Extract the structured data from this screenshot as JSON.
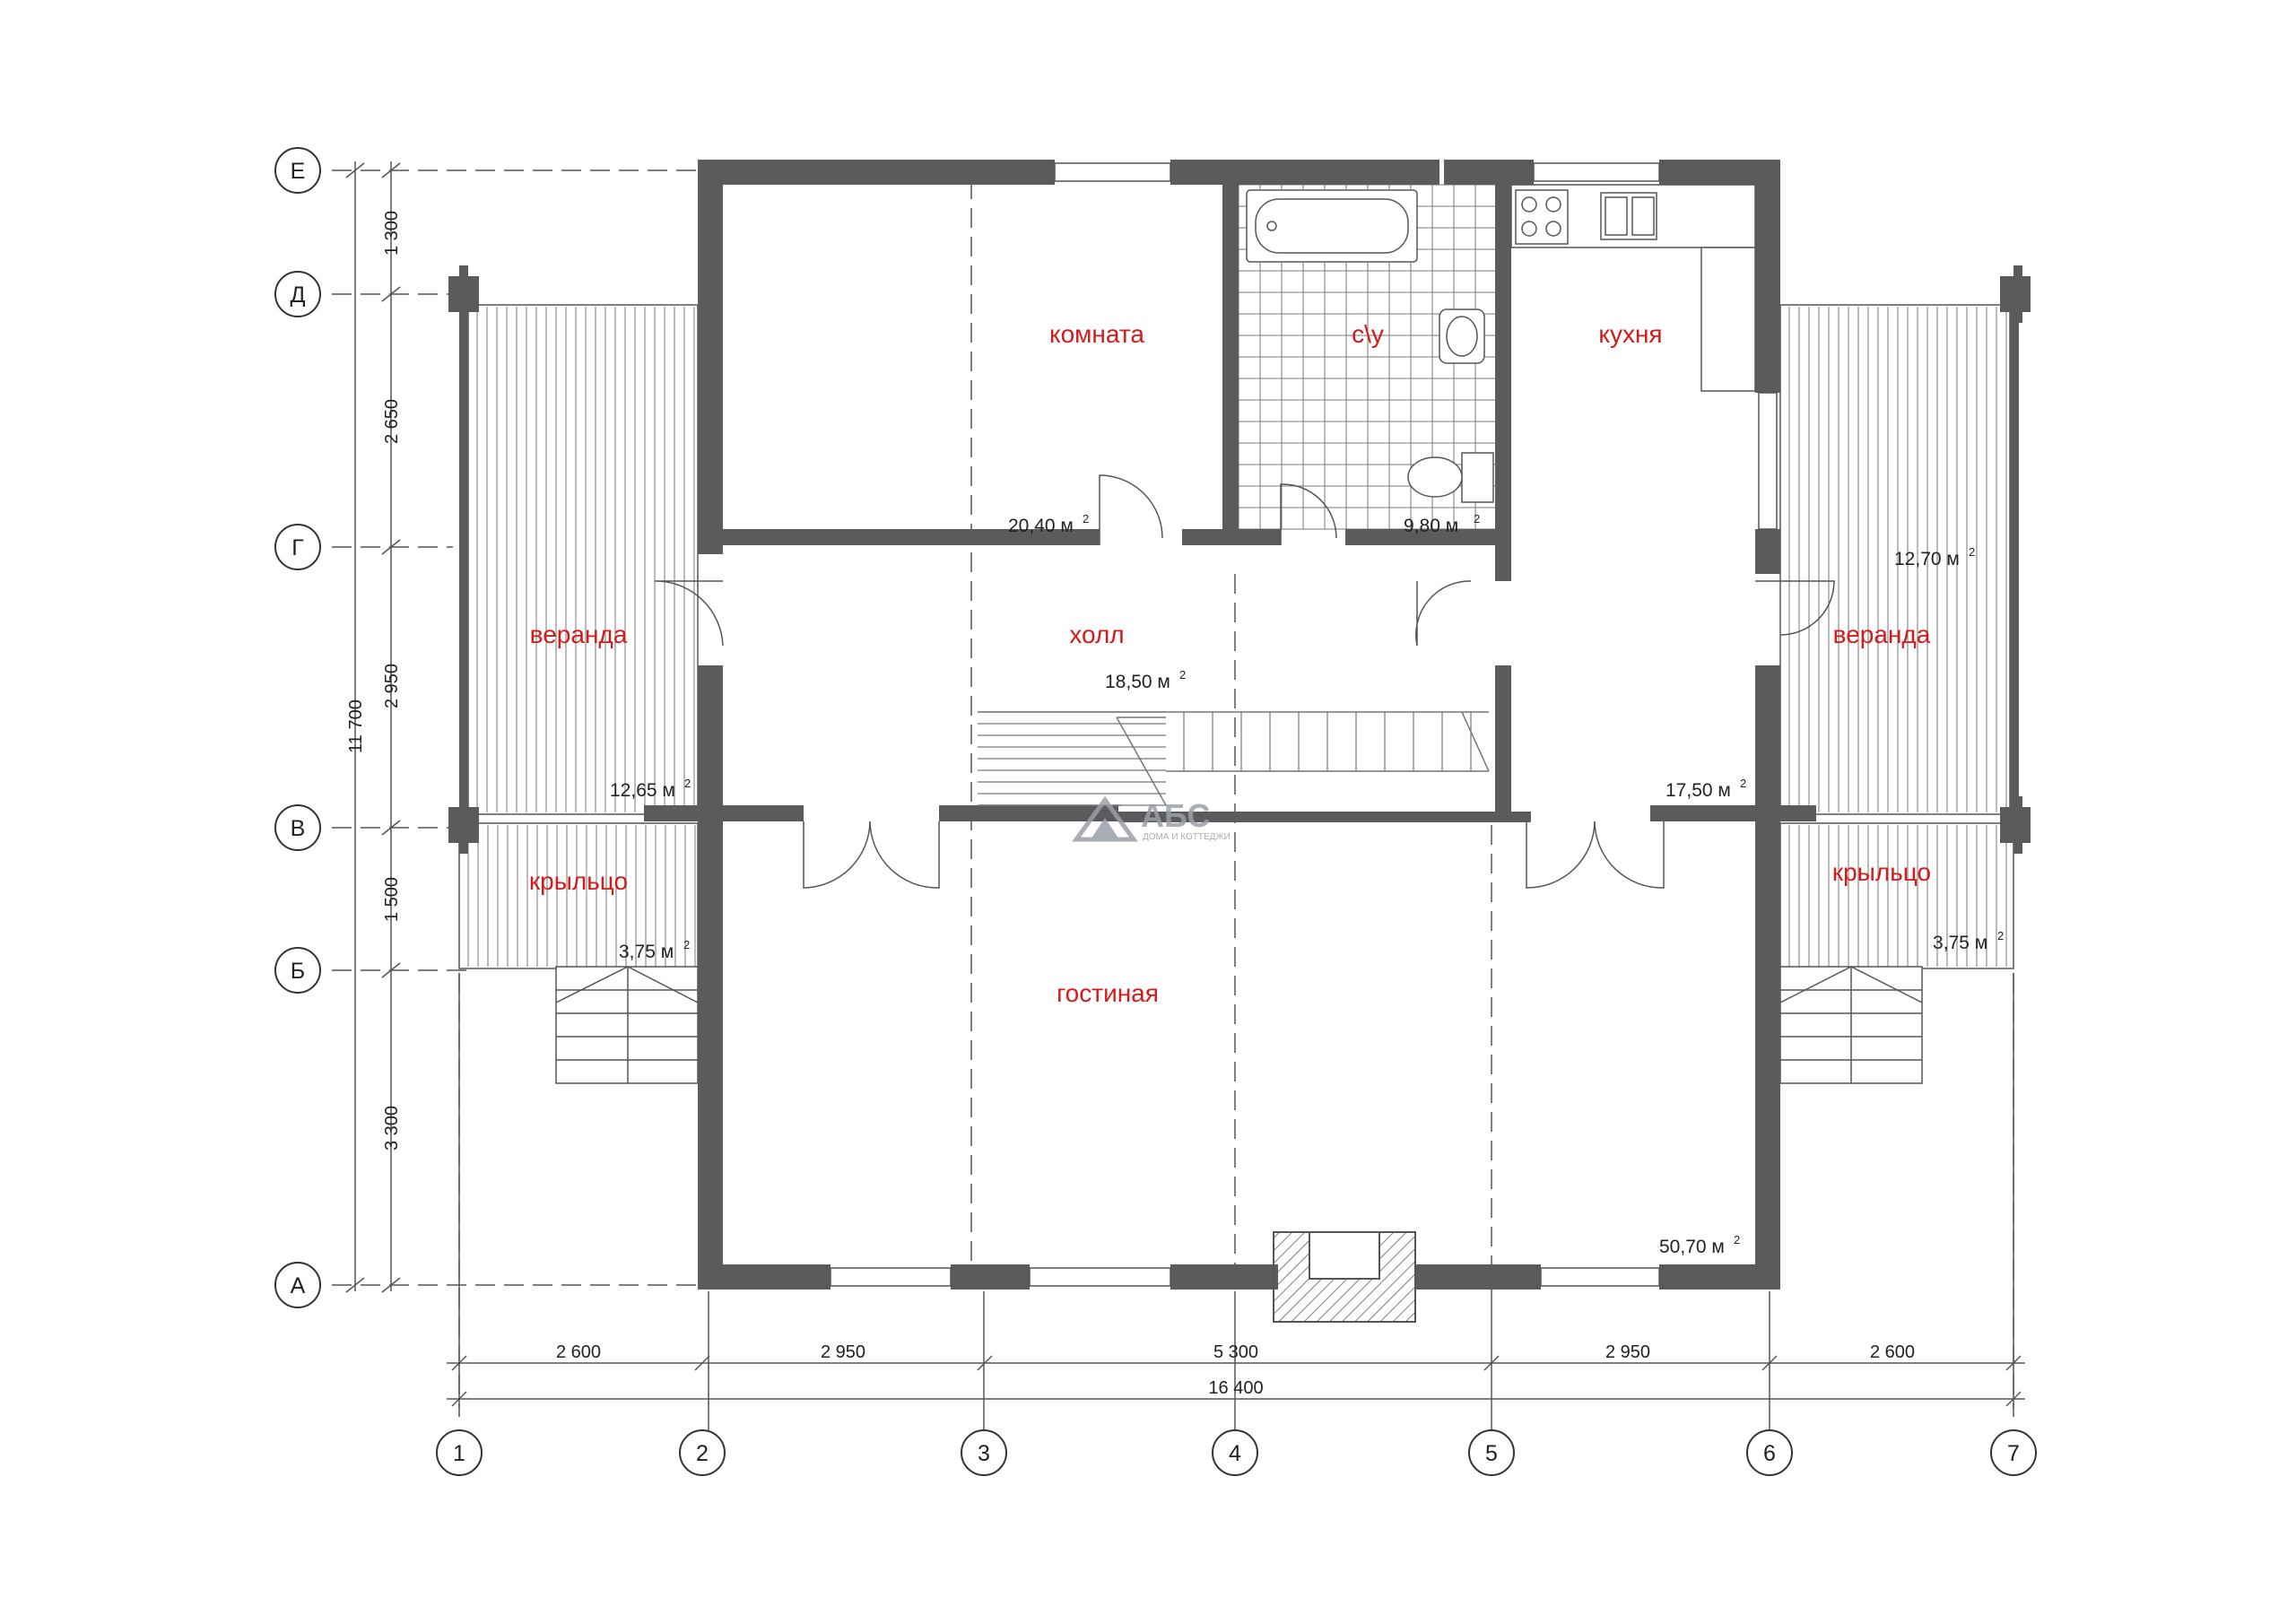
{
  "plan": {
    "axes_rows": [
      "Е",
      "Д",
      "Г",
      "В",
      "Б",
      "А"
    ],
    "axes_cols": [
      "1",
      "2",
      "3",
      "4",
      "5",
      "6",
      "7"
    ],
    "dims_left": [
      "1 300",
      "2 650",
      "2 950",
      "1 500",
      "3 300"
    ],
    "dim_left_total": "11 700",
    "dims_bottom": [
      "2 600",
      "2 950",
      "5 300",
      "2 950",
      "2 600"
    ],
    "dim_bottom_total": "16 400",
    "rooms": {
      "room": "комната",
      "bath": "с\\у",
      "kitchen": "кухня",
      "hall": "холл",
      "veranda_left": "веранда",
      "veranda_right": "веранда",
      "porch_left": "крыльцо",
      "porch_right": "крыльцо",
      "living": "гостиная"
    },
    "areas": {
      "room": "20,40 м",
      "bath": "9,80 м",
      "hall": "18,50 м",
      "veranda_left": "12,65 м",
      "veranda_right": "12,70 м",
      "porch_left": "3,75 м",
      "porch_right": "3,75 м",
      "living": "50,70 м",
      "kitchen_side": "17,50 м"
    },
    "area_sup": "2"
  },
  "logo": {
    "name": "АБС",
    "tagline": "ДОМА И КОТТЕДЖИ"
  },
  "colors": {
    "wall": "#5b5b5d",
    "room_label": "#d41b1b"
  }
}
